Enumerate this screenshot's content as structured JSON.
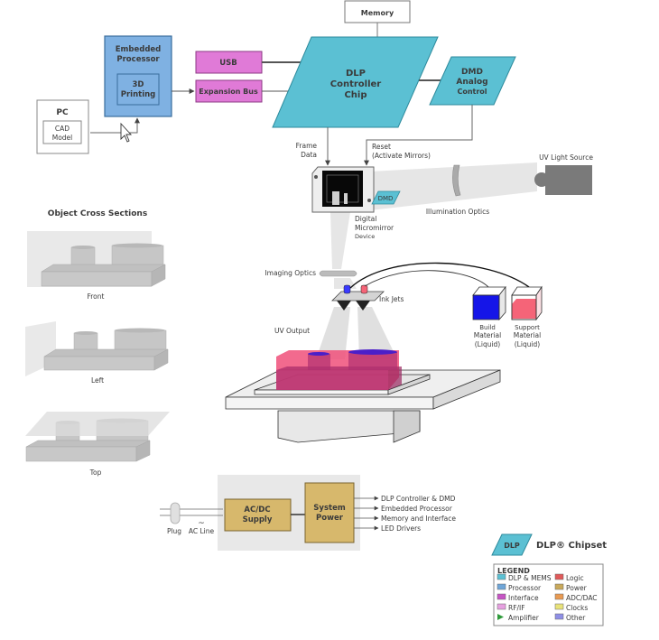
{
  "blocks": {
    "memory": "Memory",
    "embedded_processor": [
      "Embedded",
      "Processor"
    ],
    "printing_3d": [
      "3D",
      "Printing"
    ],
    "pc": "PC",
    "cad_model": [
      "CAD",
      "Model"
    ],
    "usb": "USB",
    "expansion_bus": "Expansion Bus",
    "dlp_controller": [
      "DLP",
      "Controller",
      "Chip"
    ],
    "dmd_analog": [
      "DMD",
      "Analog",
      "Control"
    ],
    "frame_data": [
      "Frame",
      "Data"
    ],
    "reset": [
      "Reset",
      "(Activate Mirrors)"
    ],
    "uv_light_source": "UV Light Source",
    "illumination_optics": "Illumination Optics",
    "dmd_tag": "DMD",
    "dmd_device": [
      "Digital",
      "Micromirror",
      "Device"
    ],
    "imaging_optics": "Imaging Optics",
    "ink_jets": "Ink Jets",
    "uv_output": "UV Output",
    "build_material": [
      "Build",
      "Material",
      "(Liquid)"
    ],
    "support_material": [
      "Support",
      "Material",
      "(Liquid)"
    ]
  },
  "cross_sections": {
    "title": "Object Cross Sections",
    "views": [
      "Front",
      "Left",
      "Top"
    ]
  },
  "power": {
    "plug": "Plug",
    "ac_symbol": "~",
    "ac_line": "AC Line",
    "acdc": [
      "AC/DC",
      "Supply"
    ],
    "system_power": [
      "System",
      "Power"
    ],
    "outputs": [
      "DLP Controller & DMD",
      "Embedded Processor",
      "Memory and Interface",
      "LED Drivers"
    ]
  },
  "chipset": {
    "tag": "DLP",
    "label": "DLP® Chipset"
  },
  "legend": {
    "title": "LEGEND",
    "items": [
      {
        "label": "DLP & MEMS",
        "color": "#5bc0d3"
      },
      {
        "label": "Logic",
        "color": "#e05a5a"
      },
      {
        "label": "Processor",
        "color": "#6fa6d8"
      },
      {
        "label": "Power",
        "color": "#c9a95b"
      },
      {
        "label": "Interface",
        "color": "#c654c4"
      },
      {
        "label": "ADC/DAC",
        "color": "#e89a52"
      },
      {
        "label": "RF/IF",
        "color": "#e6a0e0"
      },
      {
        "label": "Clocks",
        "color": "#e8e27a"
      },
      {
        "label": "Amplifier",
        "color": "#2e9a3a",
        "shape": "triangle"
      },
      {
        "label": "Other",
        "color": "#8f8fe6"
      }
    ]
  },
  "colors": {
    "dlp": "#5bc0d3",
    "processor": "#7fb1e2",
    "interface": "#e07ad7",
    "power": "#d7b86c",
    "build": "#1515e8",
    "support": "#f56478",
    "object": "#f0507a"
  }
}
